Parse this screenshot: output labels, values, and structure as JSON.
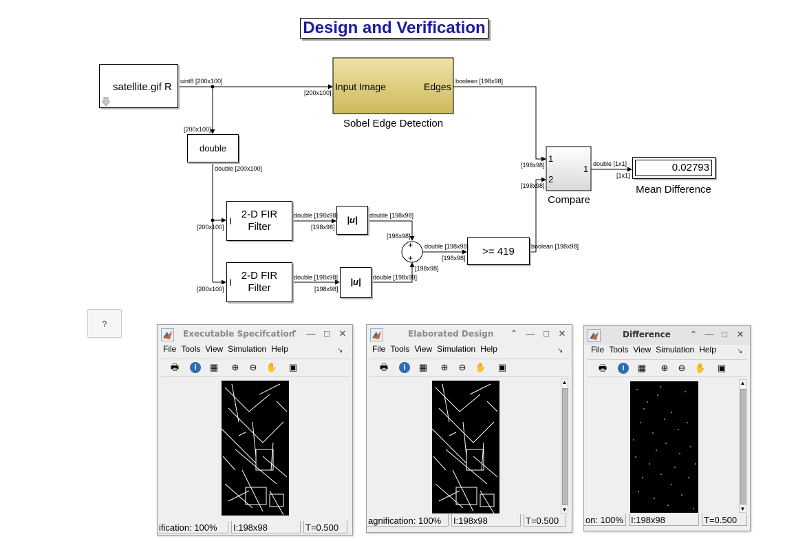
{
  "model": {
    "title": "Design and Verification",
    "blocks": {
      "source": {
        "label": "satellite.gif R"
      },
      "sobel": {
        "input_port": "Input Image",
        "output_port": "Edges",
        "name": "Sobel Edge Detection"
      },
      "convert": {
        "label": "double"
      },
      "fir1": {
        "label_line1": "2-D FIR",
        "label_line2": "Filter",
        "port": "I"
      },
      "fir2": {
        "label_line1": "2-D FIR",
        "label_line2": "Filter",
        "port": "I"
      },
      "abs1": {
        "label": "|u|"
      },
      "abs2": {
        "label": "|u|"
      },
      "sum": {
        "sign1": "+",
        "sign2": "+"
      },
      "threshold": {
        "label": ">= 419"
      },
      "compare": {
        "port1": "1",
        "port2": "2",
        "out": "1",
        "name": "Compare"
      },
      "display": {
        "value": "0.02793",
        "name": "Mean Difference"
      }
    },
    "signals": {
      "src_out": "uint8 [200x100]",
      "sobel_in": "[200x100]",
      "convert_in": "[200x100]",
      "convert_out": "double [200x100]",
      "fir1_in": "[200x100]",
      "fir2_in": "[200x100]",
      "fir1_out": "double [198x98]",
      "abs1_in": "[198x98]",
      "abs1_out": "double [198x98]",
      "fir2_out": "double [198x98]",
      "abs2_in": "[198x98]",
      "abs2_out": "double [198x98]",
      "sum_in1": "[198x98]",
      "sum_in2": "[198x98]",
      "sum_out": "double [198x98]",
      "thr_in": "[198x98]",
      "thr_out": "boolean [198x98]",
      "sobel_out": "boolean [198x98]",
      "cmp_in1": "[198x98]",
      "cmp_in2": "[198x98]",
      "cmp_out": "double [1x1]",
      "disp_in": "[1x1]"
    },
    "help_button": "?"
  },
  "windows": [
    {
      "title": "Executable Specifcation",
      "menus": [
        "File",
        "Tools",
        "View",
        "Simulation",
        "Help"
      ],
      "status": {
        "mag": "ification: 100%",
        "size": "I:198x98",
        "t": "T=0.500"
      }
    },
    {
      "title": "Elaborated Design",
      "menus": [
        "File",
        "Tools",
        "View",
        "Simulation",
        "Help"
      ],
      "status": {
        "mag": "agnification: 100%",
        "size": "I:198x98",
        "t": "T=0.500"
      }
    },
    {
      "title": "Difference",
      "menus": [
        "File",
        "Tools",
        "View",
        "Simulation",
        "Help"
      ],
      "status": {
        "mag": "on: 100%",
        "size": "I:198x98",
        "t": "T=0.500"
      }
    }
  ],
  "icons": [
    "matlab-logo-icon",
    "print-icon",
    "info-icon",
    "pixel-region-icon",
    "zoom-in-icon",
    "zoom-out-icon",
    "pan-hand-icon",
    "fit-to-view-icon",
    "minimize-icon",
    "restore-icon",
    "maximize-icon",
    "close-icon",
    "menu-arrow-icon"
  ],
  "colors": {
    "title_text": "#1a1aa6",
    "sobel_block": "#d8c870",
    "window_bg": "#efefef"
  }
}
